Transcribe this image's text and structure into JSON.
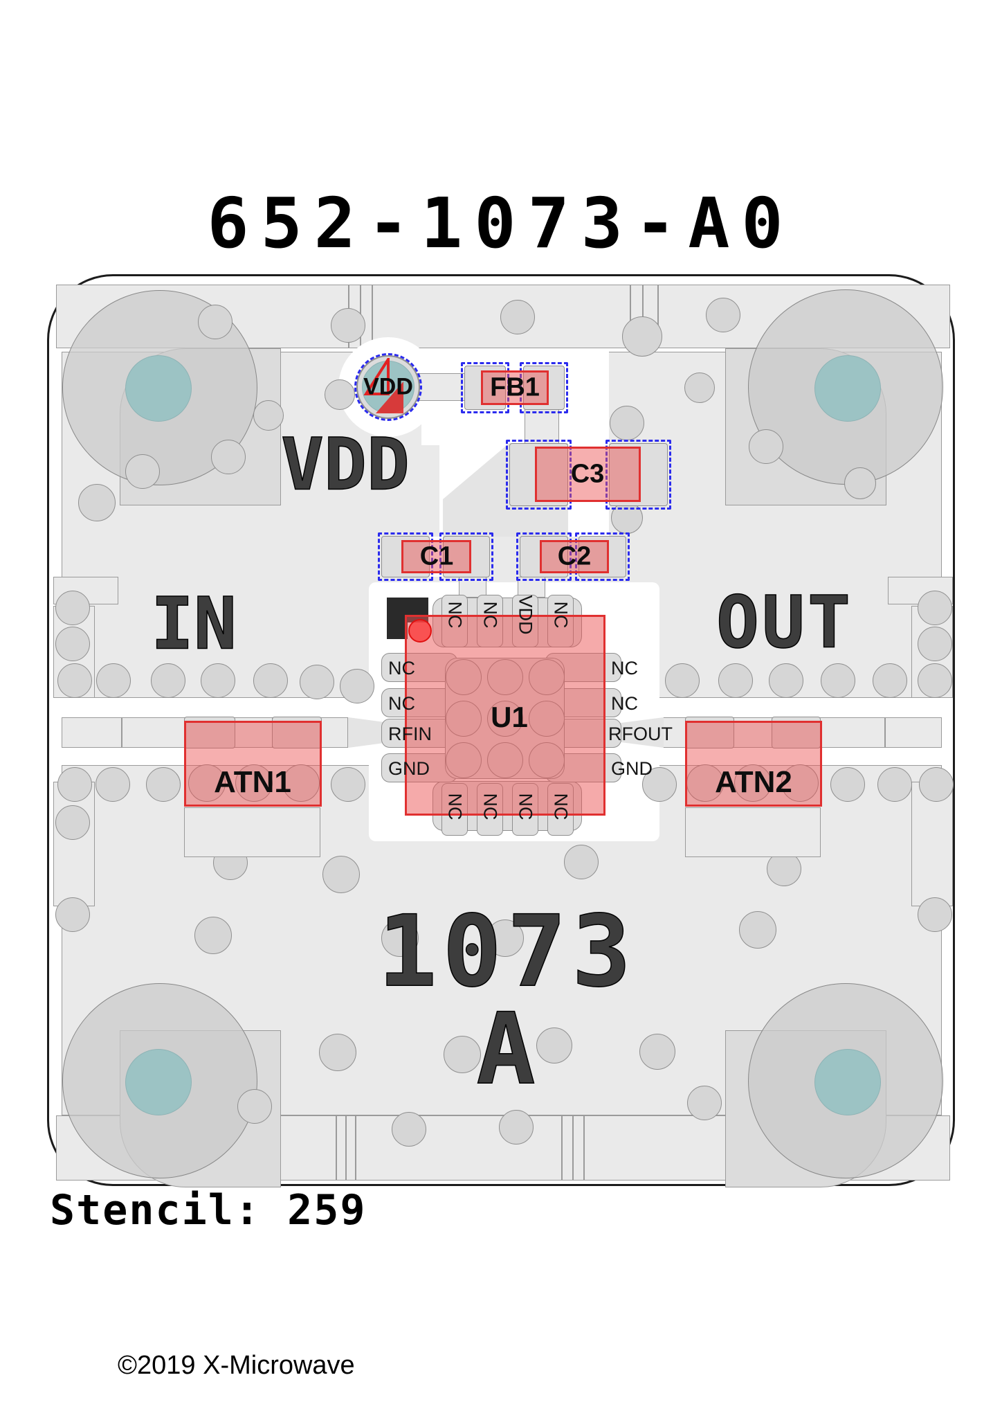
{
  "title": "652-1073-A0",
  "stencil": "Stencil: 259",
  "copyright": "©2019 X-Microwave",
  "board_labels": {
    "vdd": "VDD",
    "in": "IN",
    "out": "OUT",
    "big_number": "1073",
    "revision": "A"
  },
  "components": {
    "vdd_pad": {
      "label": "VDD"
    },
    "fb1": {
      "ref": "FB1"
    },
    "c1": {
      "ref": "C1"
    },
    "c2": {
      "ref": "C2"
    },
    "c3": {
      "ref": "C3"
    },
    "u1": {
      "ref": "U1",
      "pins_top": [
        "NC",
        "NC",
        "VDD",
        "NC"
      ],
      "pins_bottom": [
        "NC",
        "NC",
        "NC",
        "NC"
      ],
      "pins_left": [
        "NC",
        "NC",
        "RFIN",
        "GND"
      ],
      "pins_right": [
        "NC",
        "NC",
        "RFOUT",
        "GND"
      ]
    },
    "atn1": {
      "ref": "ATN1"
    },
    "atn2": {
      "ref": "ATN2"
    }
  },
  "colors": {
    "component_overlay": "#eb5555",
    "component_outline": "#e03030",
    "stencil_dash": "#2b2bee",
    "plated_hole_teal": "#9cc3c4",
    "copper_pour": "#eaeaea",
    "silkscreen_text": "#3d3d3d"
  }
}
